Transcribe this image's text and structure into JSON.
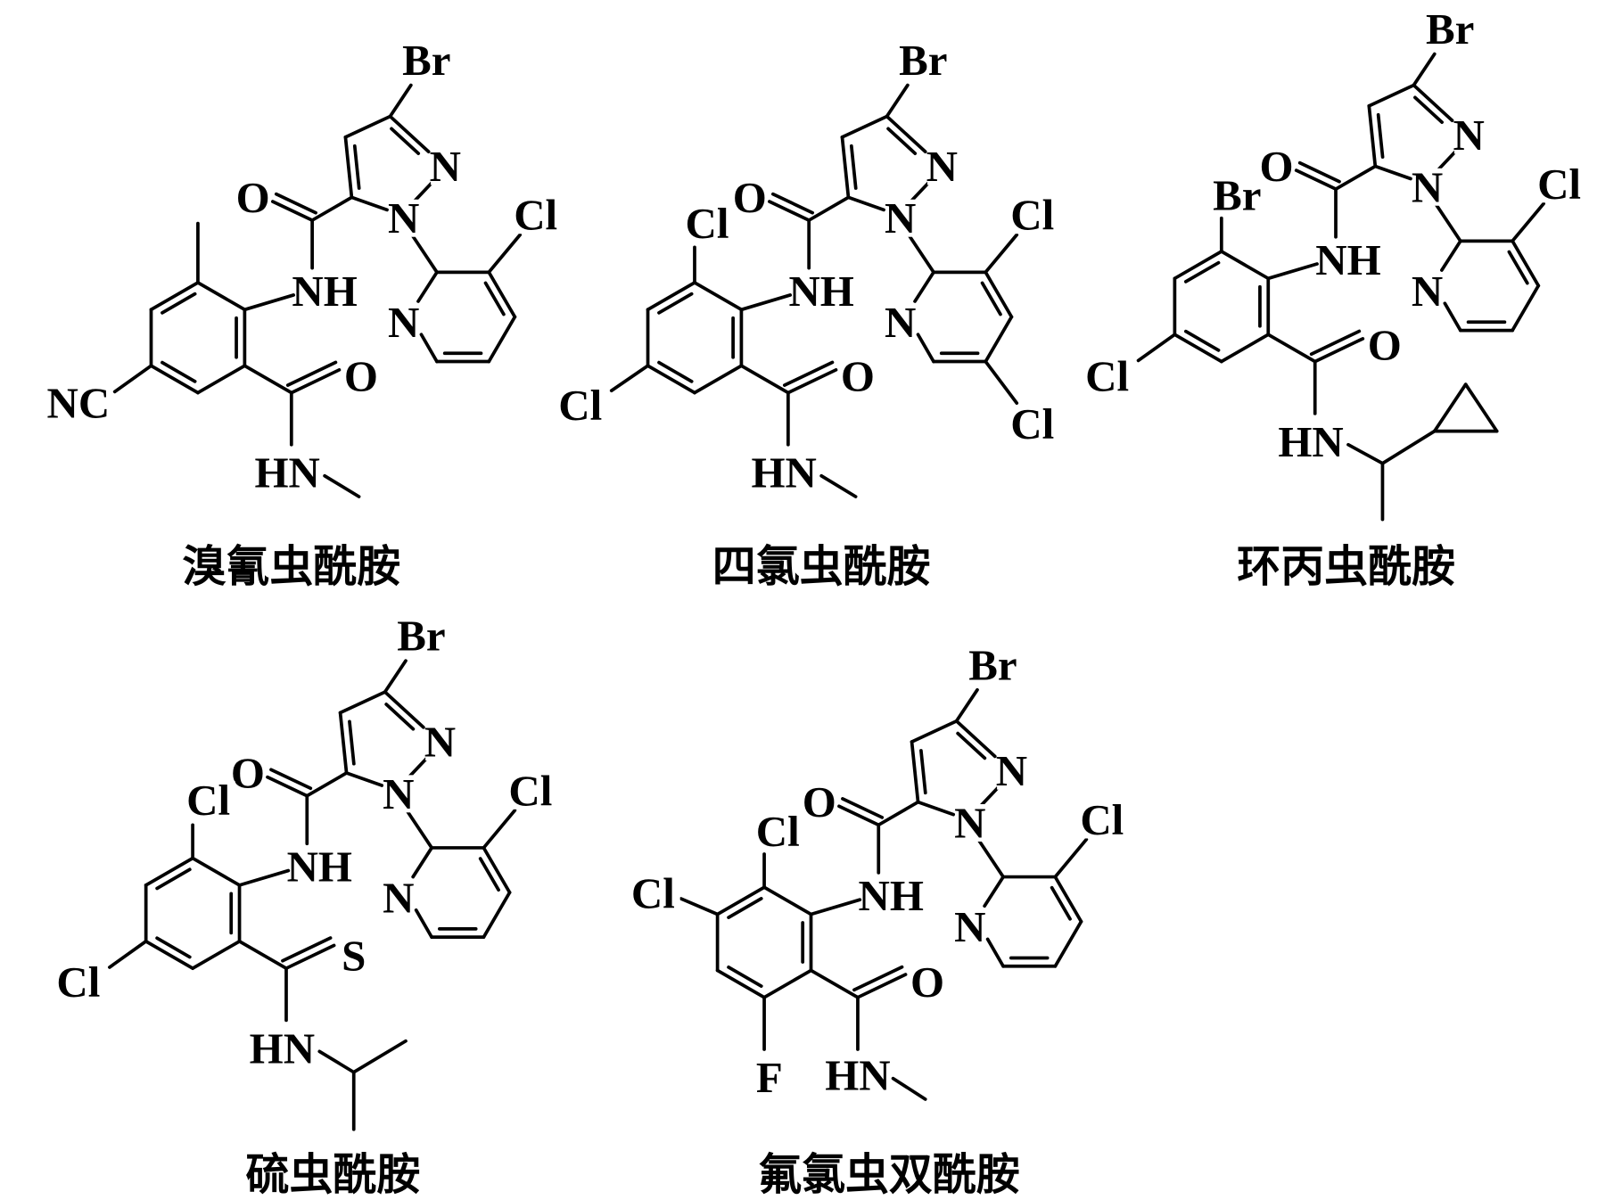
{
  "compounds": [
    {
      "name": "溴氰虫酰胺",
      "labels": [
        "Br",
        "N",
        "N",
        "O",
        "NH",
        "N",
        "Cl",
        "O",
        "HN",
        "NC"
      ]
    },
    {
      "name": "四氯虫酰胺",
      "labels": [
        "Br",
        "N",
        "N",
        "O",
        "NH",
        "N",
        "Cl",
        "O",
        "HN",
        "Cl",
        "Cl",
        "Cl"
      ]
    },
    {
      "name": "环丙虫酰胺",
      "labels": [
        "Br",
        "N",
        "N",
        "O",
        "NH",
        "N",
        "Cl",
        "O",
        "HN",
        "Br",
        "Cl"
      ]
    },
    {
      "name": "硫虫酰胺",
      "labels": [
        "Br",
        "N",
        "N",
        "O",
        "NH",
        "N",
        "Cl",
        "S",
        "HN",
        "Cl",
        "Cl"
      ]
    },
    {
      "name": "氟氯虫双酰胺",
      "labels": [
        "Br",
        "N",
        "N",
        "O",
        "NH",
        "N",
        "Cl",
        "O",
        "HN",
        "Cl",
        "Cl",
        "F"
      ]
    }
  ]
}
